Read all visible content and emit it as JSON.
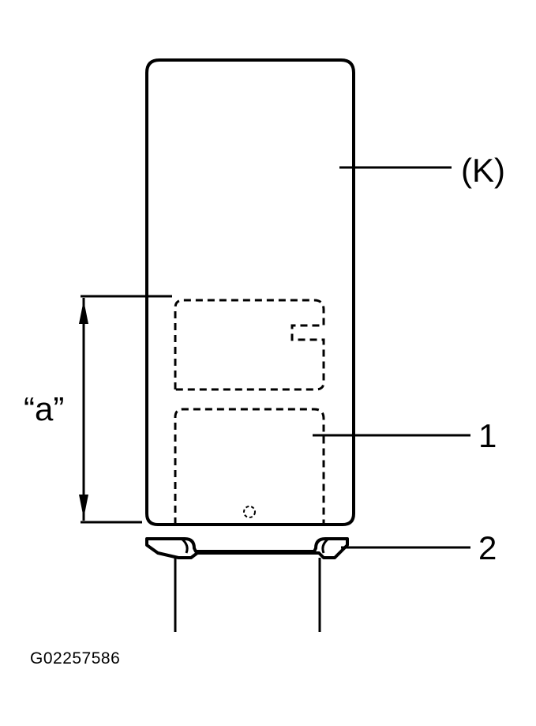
{
  "diagram": {
    "labels": {
      "tool": "(K)",
      "part_1": "1",
      "part_2": "2",
      "dimension": "“a”"
    },
    "figure_code": "G02257586",
    "colors": {
      "line": "#000000",
      "background": "#ffffff"
    }
  }
}
